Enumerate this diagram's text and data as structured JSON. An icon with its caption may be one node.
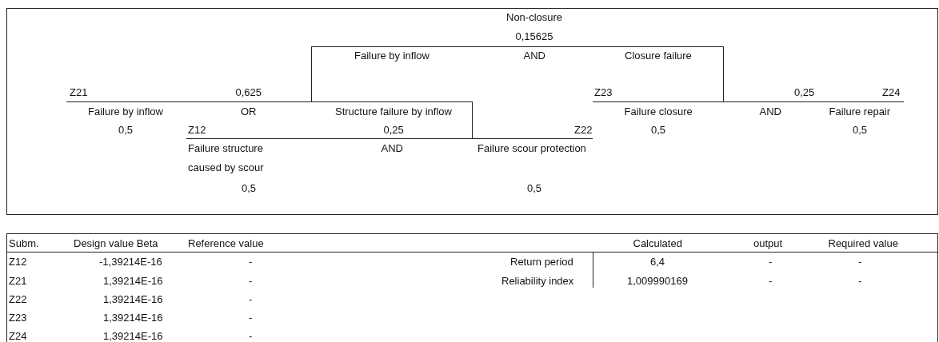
{
  "diagram": {
    "labels": [
      "Non-closure",
      "0,15625",
      "Failure by inflow",
      "AND",
      "Closure failure",
      "Z21",
      "0,625",
      "Z23",
      "0,25",
      "Z24",
      "Failure by inflow",
      "OR",
      "Structure failure by inflow",
      "Failure closure",
      "AND",
      "Failure repair",
      "0,5",
      "Z12",
      "0,25",
      "Z22",
      "0,5",
      "0,5",
      "Failure structure caused by scour",
      "AND",
      "Failure scour protection",
      "0,5",
      "0,5",
      "Subm.",
      "Design value Beta",
      "Reference value",
      "Calculated",
      "output",
      "Required value",
      "Z12",
      "-1,39214E-16",
      "-",
      "Return period",
      "6,4",
      "-",
      "-",
      "Z21",
      "1,39214E-16",
      "-",
      "Reliability index",
      "1,009990169",
      "-",
      "-",
      "Z22",
      "1,39214E-16",
      "-",
      "Z23",
      "1,39214E-16",
      "-",
      "Z24",
      "1,39214E-16",
      "-"
    ]
  }
}
